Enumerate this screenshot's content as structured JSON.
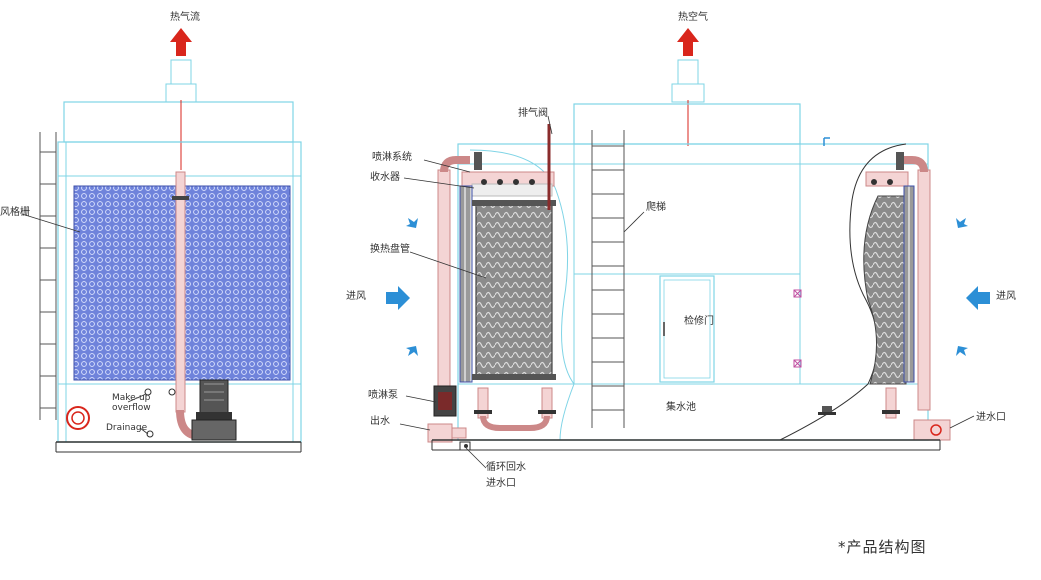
{
  "labels": {
    "left_top_air": "热气流",
    "left_fill_grid": "风格栅",
    "left_makeup_overflow_1": "Make-up",
    "left_makeup_overflow_2": "overflow",
    "left_drainage": "Drainage",
    "right_top_air": "热空气",
    "exhaust_valve": "排气阀",
    "spray_system": "喷淋系统",
    "water_collector": "收水器",
    "ladder": "爬梯",
    "heat_exchange_coil": "换热盘管",
    "left_air_inlet": "进风",
    "inspection_door": "检修门",
    "right_air_inlet": "进风",
    "spray_pump": "喷淋泵",
    "outlet": "出水",
    "water_tank": "集水池",
    "circulation_inlet_1": "循环回水",
    "circulation_inlet_2": "进水口",
    "inlet_right": "进水口"
  },
  "caption": "*产品结构图",
  "colors": {
    "frame": "#7fd4e6",
    "pipe": "#e7a3a3",
    "pipe_dark": "#8a2c2c",
    "fill": "#5b6fd0",
    "arrow_red": "#d9261c",
    "arrow_blue": "#2c8fd6"
  }
}
